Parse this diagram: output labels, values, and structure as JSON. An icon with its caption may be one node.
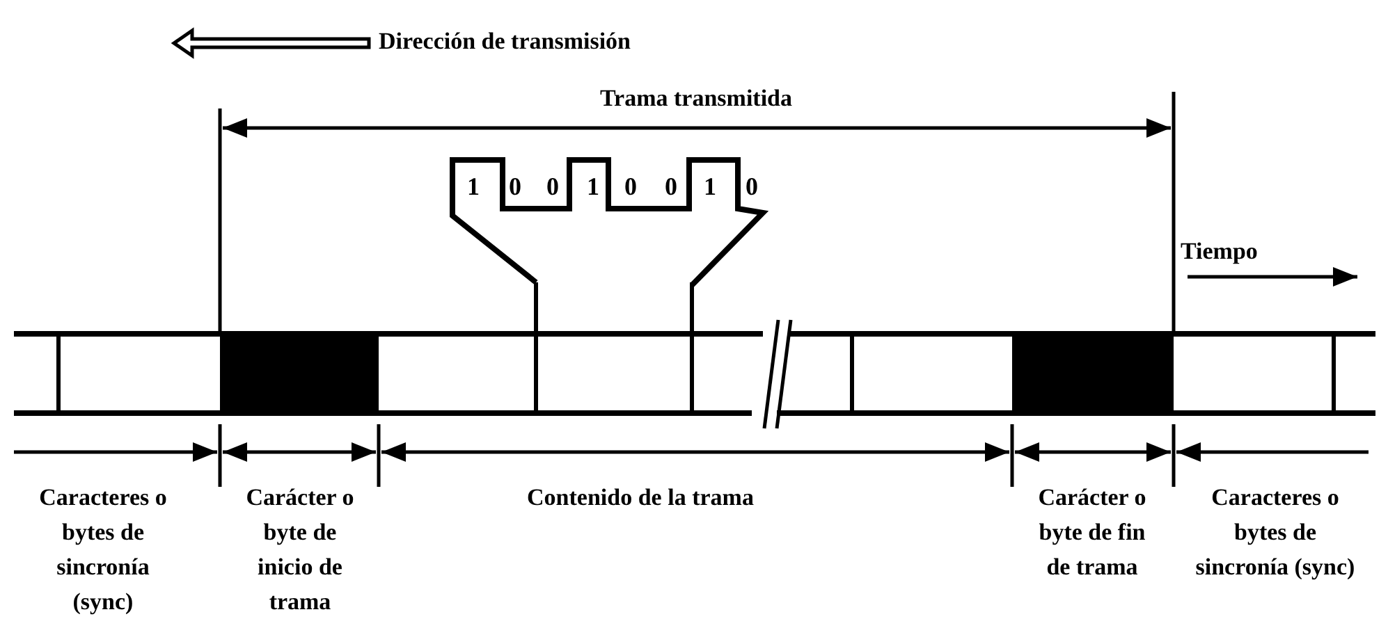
{
  "diagram": {
    "labels": [
      "Dirección de transmisión",
      "Trama transmitida",
      "1",
      "0",
      "0",
      "1",
      "0",
      "0",
      "1",
      "0",
      "Tiempo",
      "Caracteres o bytes de sincronía (sync)",
      "Carácter o byte de inicio de trama",
      "Contenido de la trama",
      "Carácter o byte de fin de trama",
      "Caracteres o bytes de sincronía (sync)"
    ]
  }
}
